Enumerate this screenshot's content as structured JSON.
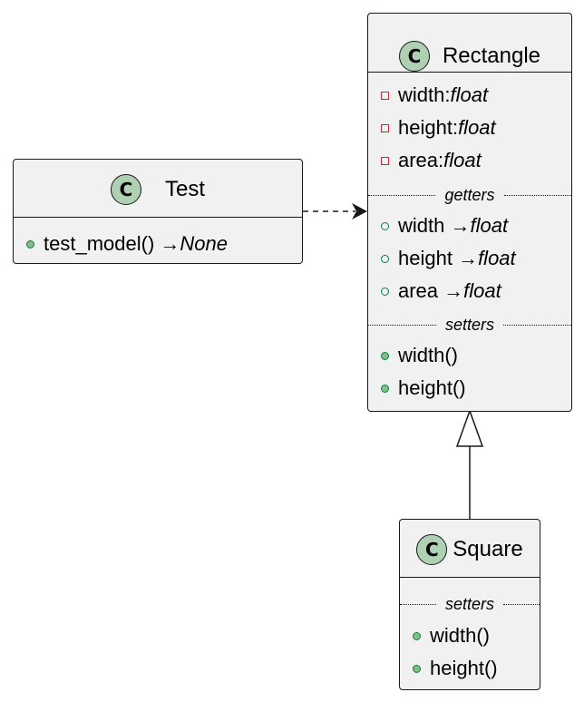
{
  "diagram": {
    "classes": {
      "rectangle": {
        "stereotype": "C",
        "name": "Rectangle",
        "fields": [
          {
            "name": "width: ",
            "type": "float"
          },
          {
            "name": "height: ",
            "type": "float"
          },
          {
            "name": "area: ",
            "type": "float"
          }
        ],
        "getters_label": "getters",
        "getters": [
          {
            "name": "width → ",
            "type": "float"
          },
          {
            "name": "height → ",
            "type": "float"
          },
          {
            "name": "area → ",
            "type": "float"
          }
        ],
        "setters_label": "setters",
        "setters": [
          {
            "name": "width()"
          },
          {
            "name": "height()"
          }
        ]
      },
      "test": {
        "stereotype": "C",
        "name": "Test",
        "methods": [
          {
            "name": "test_model() → ",
            "type": "None"
          }
        ]
      },
      "square": {
        "stereotype": "C",
        "name": "Square",
        "setters_label": "setters",
        "setters": [
          {
            "name": "width()"
          },
          {
            "name": "height()"
          }
        ]
      }
    },
    "relations": [
      {
        "from": "Test",
        "to": "Rectangle",
        "kind": "dependency"
      },
      {
        "from": "Square",
        "to": "Rectangle",
        "kind": "inheritance"
      }
    ]
  }
}
